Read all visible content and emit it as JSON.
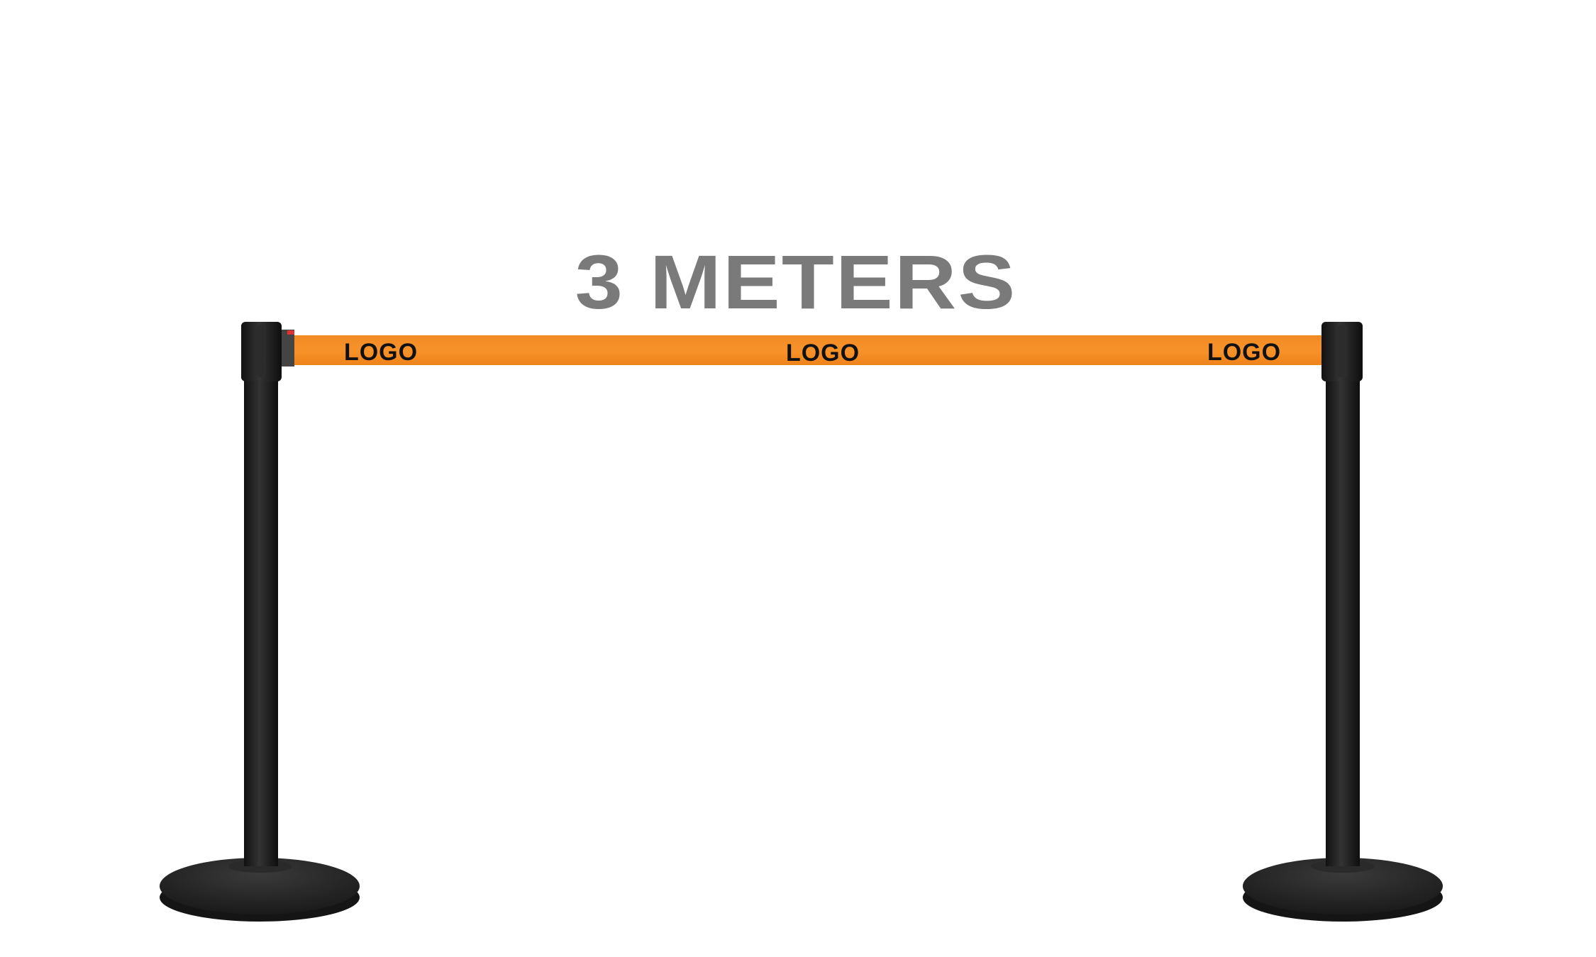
{
  "headline": "3 METERS",
  "belt": {
    "color": "#f7891f",
    "logos": [
      "LOGO",
      "LOGO",
      "LOGO"
    ]
  },
  "post_color": "#1e1e1e"
}
